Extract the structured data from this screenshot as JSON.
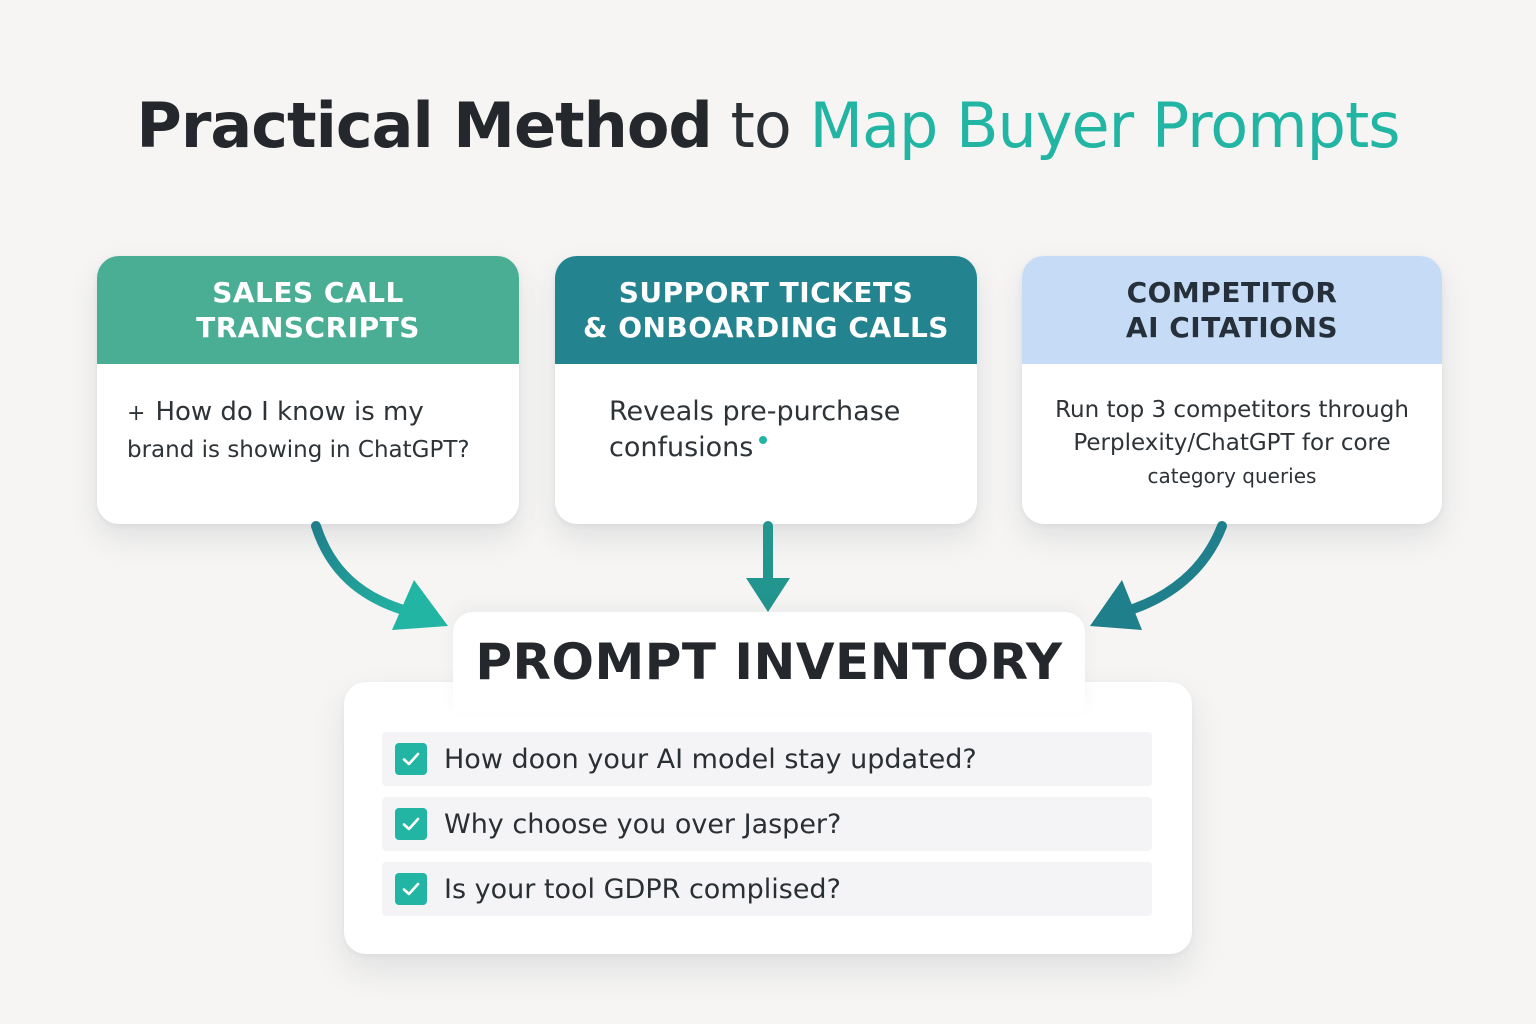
{
  "title": {
    "part1": "Practical Method",
    "part2": " to ",
    "part3": "Map Buyer Prompts"
  },
  "sources": [
    {
      "header_line1": "SALES CALL",
      "header_line2": "TRANSCRIPTS",
      "body_line1": "How do I know is my",
      "body_line2": "brand is showing in ChatGPT?",
      "marker": "+"
    },
    {
      "header_line1": "SUPPORT TICKETS",
      "header_line2": "& ONBOARDING CALLS",
      "body_line1": "Reveals pre-purchase",
      "body_line2": "confusions"
    },
    {
      "header_line1": "COMPETITOR",
      "header_line2": "AI CITATIONS",
      "body_line1": "Run top 3 competitors through",
      "body_line2": "Perplexity/ChatGPT for core",
      "body_line3": "category queries"
    }
  ],
  "inventory": {
    "title": "PROMPT INVENTORY",
    "items": [
      "How doon your AI model stay updated?",
      "Why choose you over Jasper?",
      "Is your tool GDPR complised?"
    ]
  },
  "colors": {
    "accent": "#22b5a3",
    "header_green": "#4aae94",
    "header_teal": "#23838f",
    "header_blue": "#c6dcf6",
    "arrow": "#1f7f8a",
    "arrow_light": "#23b5a3",
    "text_dark": "#24282d"
  },
  "icons": {
    "arrow": "curved-arrow-icon",
    "check": "checkbox-checked-icon"
  }
}
